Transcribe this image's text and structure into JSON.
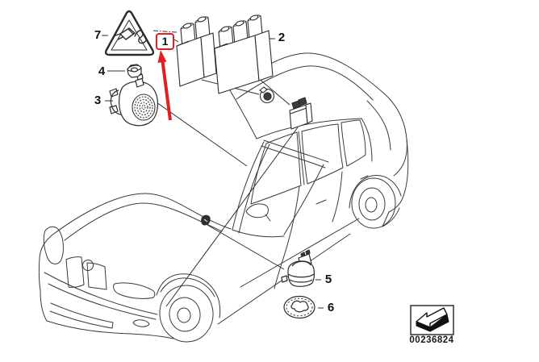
{
  "diagram": {
    "type": "exploded-parts-diagram",
    "highlight_color": "#e02020",
    "line_color": "#2f2f2f",
    "callouts": [
      {
        "id": "control-module-highlighted",
        "label": "1",
        "highlighted": true
      },
      {
        "id": "control-module",
        "label": "2",
        "highlighted": false
      },
      {
        "id": "warning-speaker",
        "label": "3",
        "highlighted": false
      },
      {
        "id": "nut",
        "label": "4",
        "highlighted": false
      },
      {
        "id": "ultrasonic-sensor",
        "label": "5",
        "highlighted": false
      },
      {
        "id": "mounting-ring",
        "label": "6",
        "highlighted": false
      },
      {
        "id": "warning-triangle-note",
        "label": "7",
        "highlighted": false
      }
    ],
    "footer": {
      "image_number": "00236824"
    }
  }
}
